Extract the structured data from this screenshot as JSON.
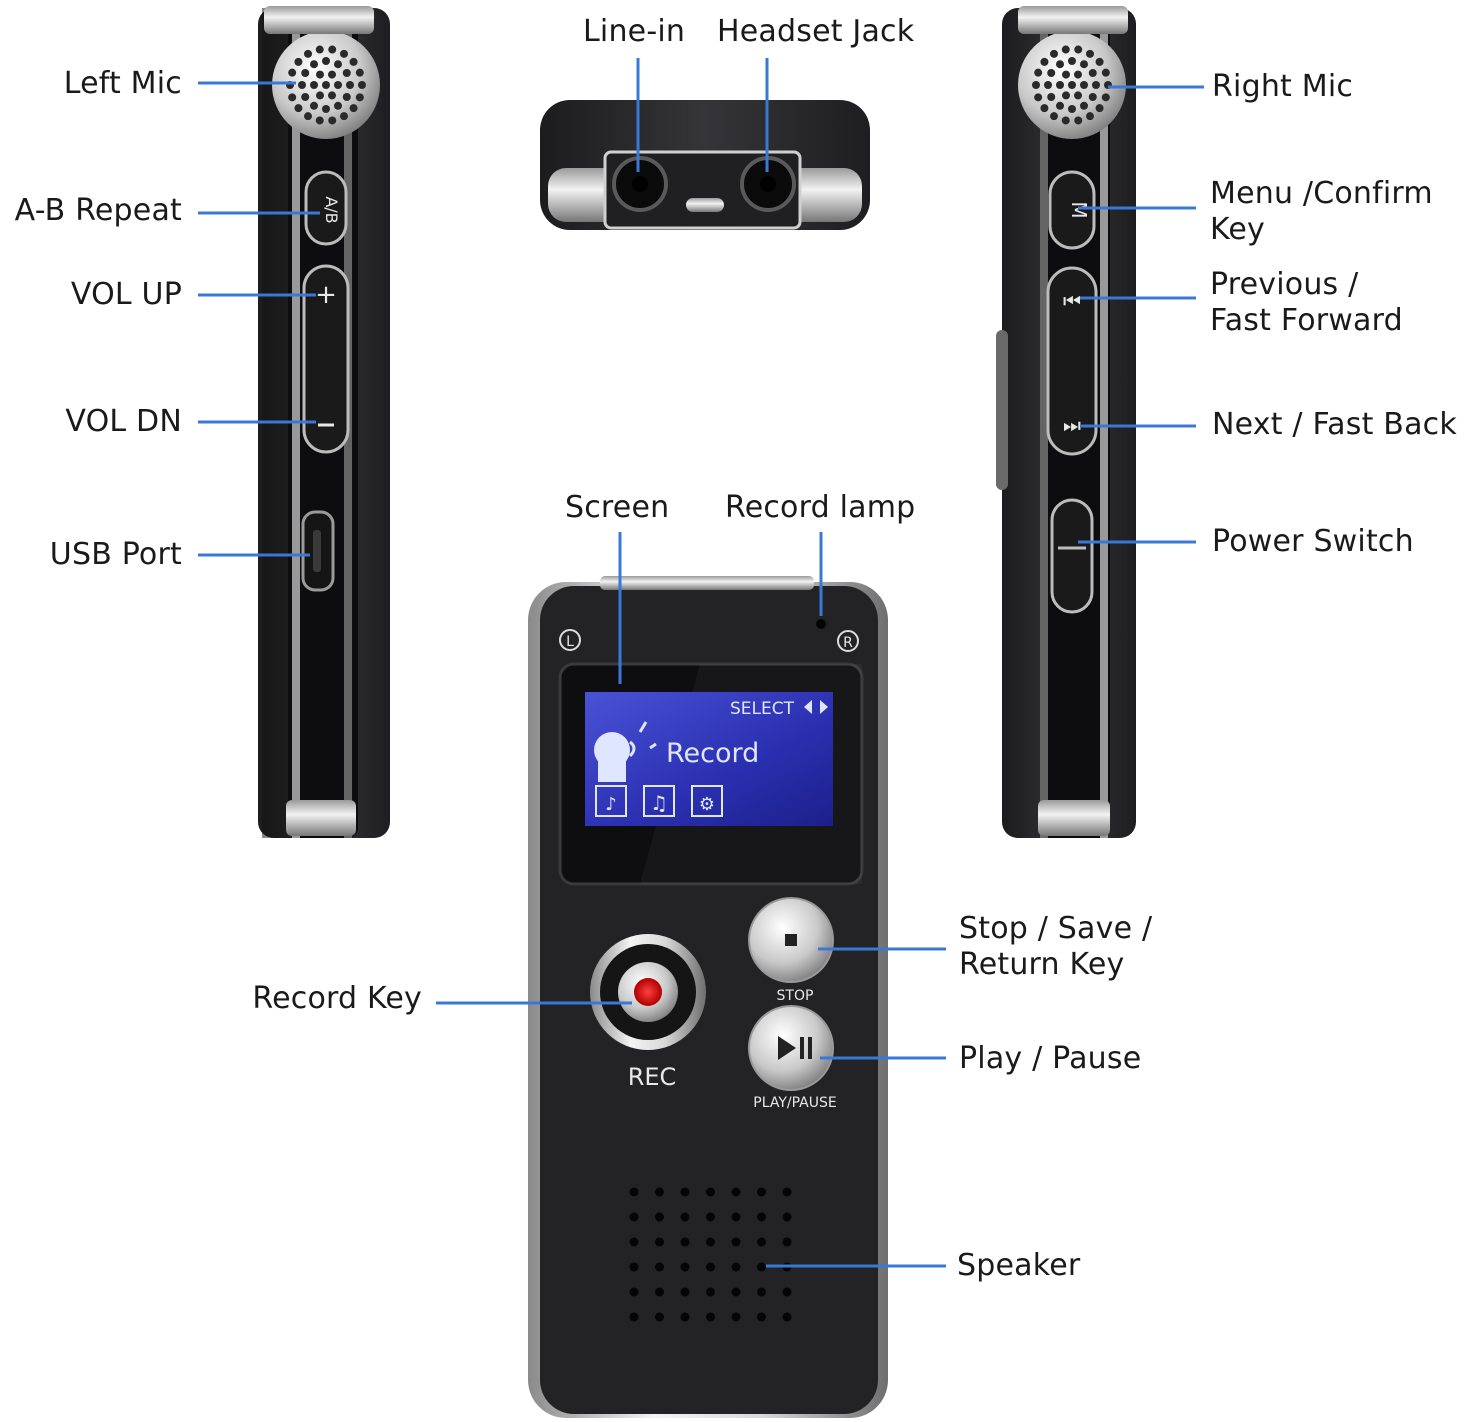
{
  "labels": {
    "left_mic": "Left Mic",
    "ab_repeat": "A-B Repeat",
    "vol_up": "VOL UP",
    "vol_dn": "VOL DN",
    "usb_port": "USB Port",
    "line_in": "Line-in",
    "headset_jack": "Headset Jack",
    "right_mic": "Right Mic",
    "menu_confirm_line1": "Menu /Confirm",
    "menu_confirm_line2": "Key",
    "previous_line1": "Previous /",
    "previous_line2": "Fast Forward",
    "next_fast_back": "Next / Fast Back",
    "power_switch": "Power Switch",
    "screen": "Screen",
    "record_lamp": "Record lamp",
    "stop_line1": "Stop / Save /",
    "stop_line2": "Return Key",
    "record_key": "Record Key",
    "play_pause": "Play / Pause",
    "speaker": "Speaker"
  },
  "device": {
    "screen_select": "SELECT",
    "screen_record": "Record",
    "rec_label": "REC",
    "stop_label": "STOP",
    "play_pause_label": "PLAY/PAUSE",
    "side_ab": "A/B",
    "side_m": "M",
    "mark_l": "L",
    "mark_r": "R"
  },
  "colors": {
    "leader_line": "#3a78d8",
    "device_body": "#2b2b2d",
    "screen_bg": "#2a2fb0",
    "rec_dot": "#d81818"
  }
}
